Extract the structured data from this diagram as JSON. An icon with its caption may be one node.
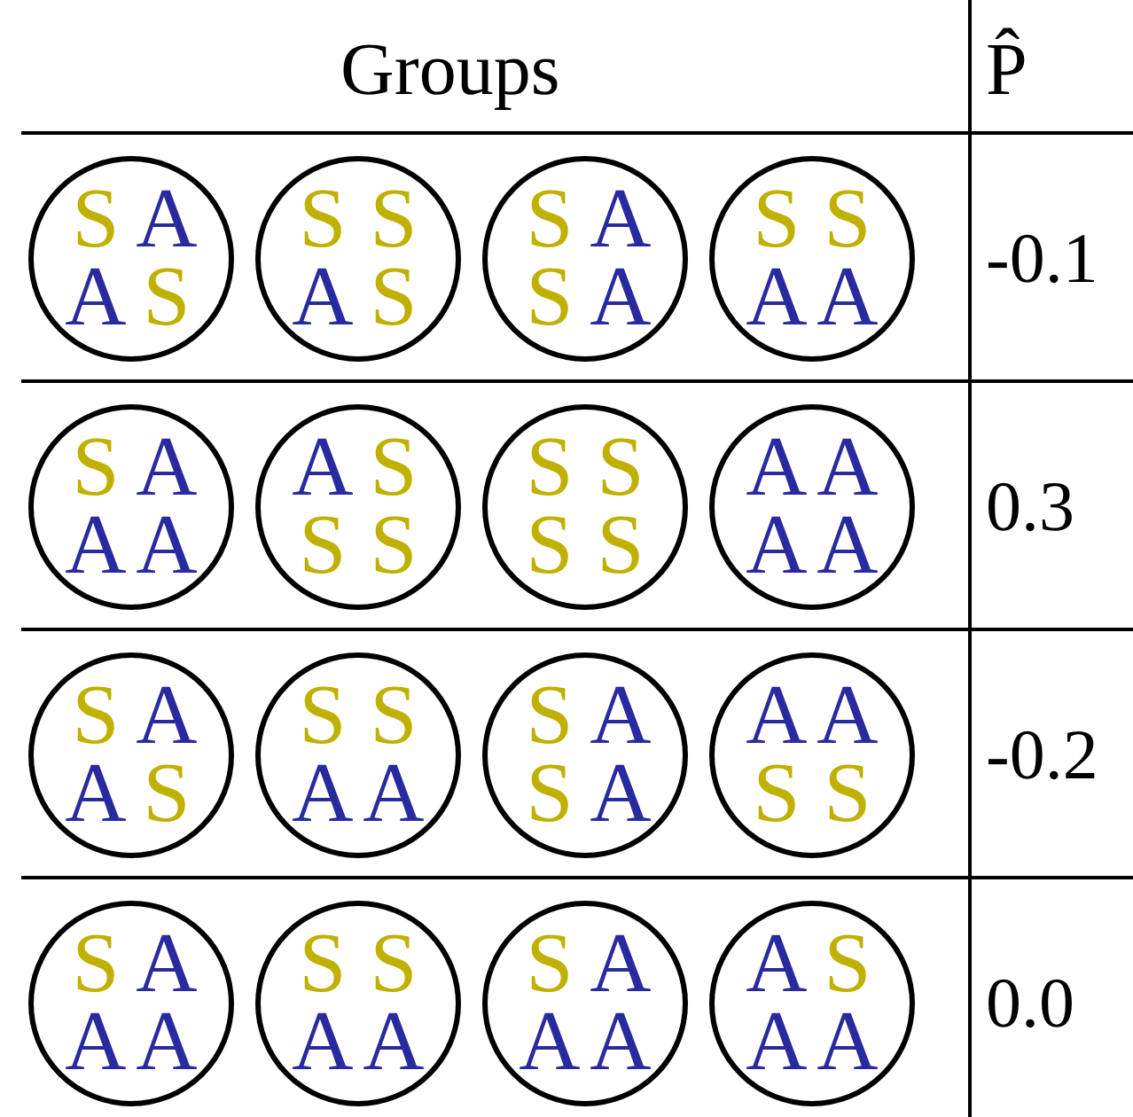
{
  "diagram": {
    "nodes": [
      {
        "text": [
          "S",
          "A",
          "A",
          "S"
        ]
      },
      {
        "text": [
          "S",
          "S",
          "A",
          "S"
        ]
      },
      {
        "text": [
          "S",
          "A",
          "S",
          "A"
        ]
      },
      {
        "text": [
          "S",
          "S",
          "A",
          "A"
        ]
      },
      {
        "text": [
          "S",
          "A",
          "A",
          "A"
        ]
      },
      {
        "text": [
          "A",
          "S",
          "S",
          "S"
        ]
      },
      {
        "text": [
          "S",
          "S",
          "S",
          "S"
        ]
      },
      {
        "text": [
          "A",
          "A",
          "A",
          "A"
        ]
      },
      {
        "text": [
          "S",
          "A",
          "A",
          "S"
        ]
      },
      {
        "text": [
          "S",
          "S",
          "A",
          "A"
        ]
      },
      {
        "text": [
          "S",
          "A",
          "S",
          "A"
        ]
      },
      {
        "text": [
          "A",
          "A",
          "S",
          "S"
        ]
      },
      {
        "text": [
          "S",
          "A",
          "A",
          "A"
        ]
      },
      {
        "text": [
          "S",
          "S",
          "A",
          "A"
        ]
      },
      {
        "text": [
          "S",
          "A",
          "A",
          "A"
        ]
      },
      {
        "text": [
          "A",
          "S",
          "A",
          "A"
        ]
      }
    ],
    "labels": [
      "Groups",
      "P̂",
      "-0.1",
      "0.3",
      "-0.2",
      "0.0"
    ]
  }
}
